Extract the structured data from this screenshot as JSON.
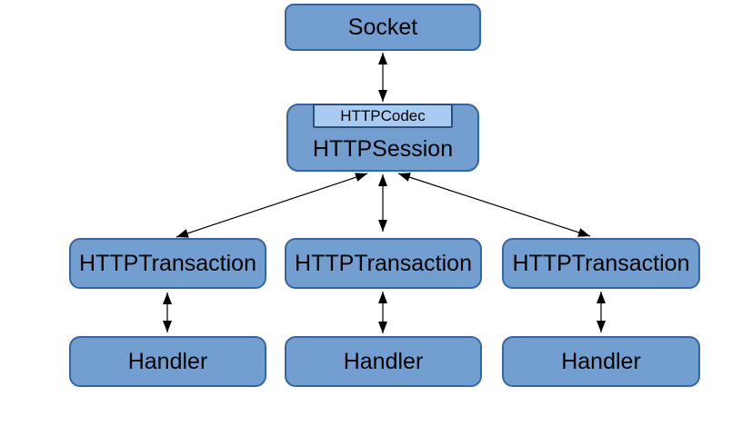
{
  "diagram": {
    "nodes": {
      "socket": {
        "label": "Socket"
      },
      "codec": {
        "label": "HTTPCodec"
      },
      "session": {
        "label": "HTTPSession"
      },
      "transactions": [
        {
          "label": "HTTPTransaction"
        },
        {
          "label": "HTTPTransaction"
        },
        {
          "label": "HTTPTransaction"
        }
      ],
      "handlers": [
        {
          "label": "Handler"
        },
        {
          "label": "Handler"
        },
        {
          "label": "Handler"
        }
      ]
    },
    "edges": [
      {
        "from": "Socket",
        "to": "HTTPSession",
        "type": "bidirectional-arrow"
      },
      {
        "from": "HTTPSession",
        "to": "HTTPTransaction-left",
        "type": "bidirectional-arrow"
      },
      {
        "from": "HTTPSession",
        "to": "HTTPTransaction-middle",
        "type": "bidirectional-arrow"
      },
      {
        "from": "HTTPSession",
        "to": "HTTPTransaction-right",
        "type": "bidirectional-arrow"
      },
      {
        "from": "HTTPTransaction-left",
        "to": "Handler-left",
        "type": "bidirectional-arrow"
      },
      {
        "from": "HTTPTransaction-middle",
        "to": "Handler-middle",
        "type": "bidirectional-arrow"
      },
      {
        "from": "HTTPTransaction-right",
        "to": "Handler-right",
        "type": "bidirectional-arrow"
      }
    ],
    "colors": {
      "node_fill": "#729fcf",
      "node_border": "#3465a4",
      "codec_fill": "#a7cbf3",
      "codec_border": "#2c4f76",
      "arrow": "#000000",
      "text": "#000000",
      "background": "#ffffff"
    }
  }
}
